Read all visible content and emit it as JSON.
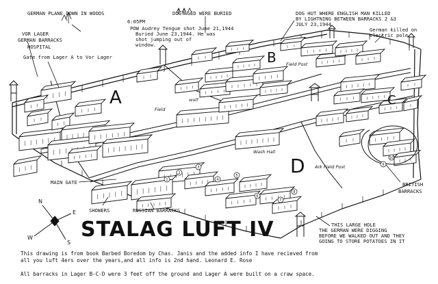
{
  "annotations": {
    "german_plane": "GERMAN PLANE DOWN IN WOODS",
    "time": "6:05PM",
    "pow_shot": "POW Audrey Tengue shot June 21,1944",
    "buried": "Buried June 23,1944. He was",
    "jumping": "shot jumping out of",
    "window": "window.",
    "dogtags": "DOGTAGED WERE BURIED",
    "dog_hut": "DOG HUT WHERE ENGLISH MAN KILLED",
    "lightning": "BY LIGHTNING BETWEEN BARRACKS 2 &3",
    "lightning_date": "JULY 23,1944",
    "german_killed": "German killed on",
    "electric_pole": "electric pole",
    "vor_lager": "VOR LAGER",
    "german_barracks": "GERMAN BARRACKS",
    "hospital": "HOSPITAL",
    "gate": "Gate from Lager A to Vor Lager",
    "main_gate": "MAIN GATE",
    "showers": "SHOWERS",
    "russian_barracks": "RUSSIAN BARRACKS",
    "british_barracks_1": "BRITISH",
    "british_barracks_2": "BARRACKS",
    "hole_1": "THIS LARGE HOLE",
    "hole_2": "THE GERMAN WERE DIGGING",
    "hole_3": "BEFORE WE WALKED OUT AND THEY",
    "hole_4": "GOING TO STORE POTATOES IN IT",
    "wash_hall": "Wash Hall",
    "field_a": "Field",
    "field_b": "Field Post",
    "field_d": "Ark Field Post",
    "wolf": "wolf"
  },
  "lagers": {
    "a": "A",
    "b": "B",
    "c": "C",
    "d": "D"
  },
  "title": "STALAG LUFT IV",
  "compass": {
    "n": "N",
    "w": "W",
    "e": "E",
    "s": "S"
  },
  "footer": {
    "line1": "This drawing is from book Barbed Boredom by Chas. Janis and the added info I have recieved from",
    "line2": "all you luft 4ers over the years,and all info is 2nd hand. Leonard E. Rose",
    "line3": "All barracks in Lager B-C-D were 3 feet off the ground and Lager A were built on a craw space."
  },
  "numbers": [
    "1",
    "2",
    "3",
    "4",
    "5",
    "6",
    "7",
    "8",
    "9",
    "10"
  ]
}
